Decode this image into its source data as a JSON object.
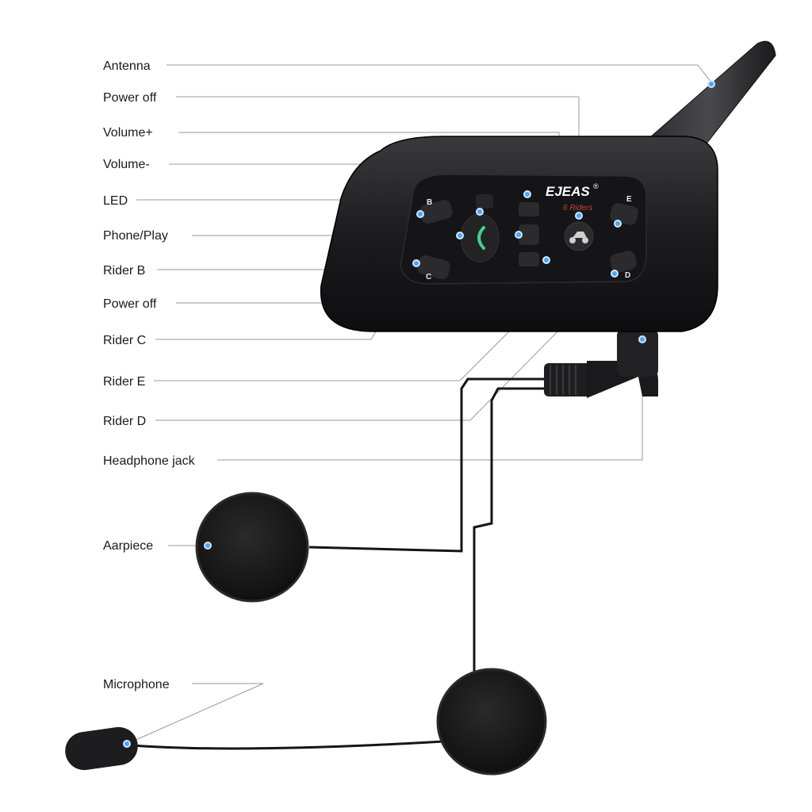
{
  "callouts": {
    "antenna": "Antenna",
    "power_off_top": "Power off",
    "volume_plus": "Volume+",
    "volume_minus": "Volume-",
    "led": "LED",
    "phone_play": "Phone/Play",
    "rider_b": "Rider B",
    "power_off_bottom": "Power off",
    "rider_c": "Rider C",
    "rider_e": "Rider E",
    "rider_d": "Rider D",
    "headphone_jack": "Headphone jack",
    "earpiece": "Aarpiece",
    "microphone": "Microphone"
  },
  "device": {
    "brand": "EJEAS",
    "registered_mark": "®",
    "model_tag": "6 Riders",
    "button_letters": {
      "b": "B",
      "c": "C",
      "d": "D",
      "e": "E"
    }
  },
  "colors": {
    "callout_dot": "#4aa3ff",
    "device_body": "#1c1c1e",
    "phone_icon": "#3fd18c",
    "model_tag": "#d0413a"
  }
}
